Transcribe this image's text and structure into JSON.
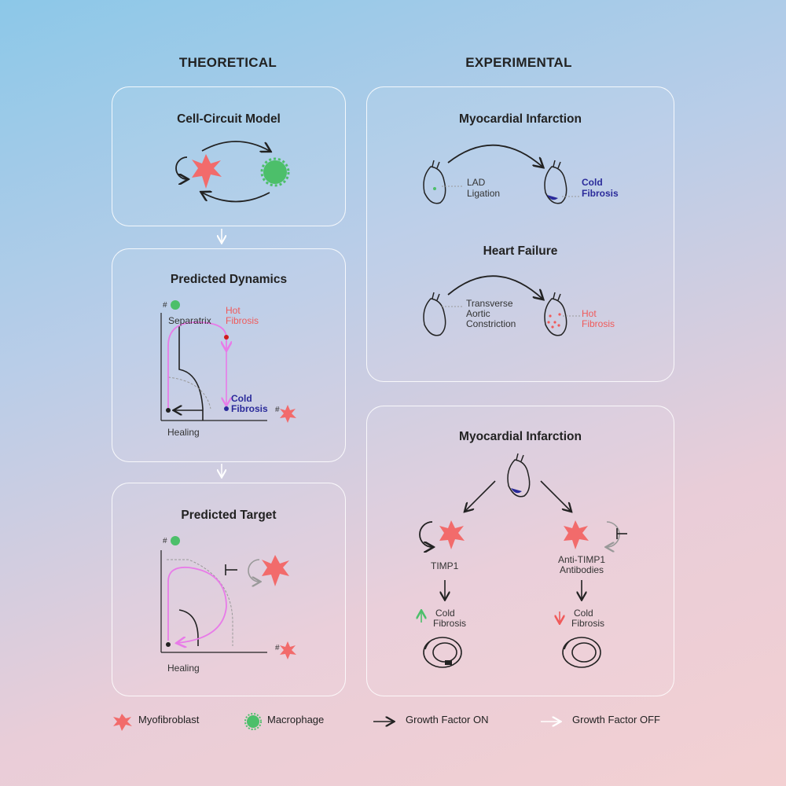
{
  "columns": {
    "theoretical": "THEORETICAL",
    "experimental": "EXPERIMENTAL"
  },
  "theoretical": {
    "cell_circuit": {
      "title": "Cell-Circuit Model"
    },
    "dynamics": {
      "title": "Predicted Dynamics",
      "y_axis": "#",
      "x_axis": "#",
      "separatrix": "Separatrix",
      "hot_1": "Hot",
      "hot_2": "Fibrosis",
      "cold_1": "Cold",
      "cold_2": "Fibrosis",
      "healing": "Healing"
    },
    "target": {
      "title": "Predicted Target",
      "y_axis": "#",
      "x_axis": "#",
      "healing": "Healing"
    }
  },
  "experimental": {
    "panel1": {
      "mi_title": "Myocardial Infarction",
      "lad_1": "LAD",
      "lad_2": "Ligation",
      "cold_1": "Cold",
      "cold_2": "Fibrosis",
      "hf_title": "Heart Failure",
      "tac_1": "Transverse",
      "tac_2": "Aortic",
      "tac_3": "Constriction",
      "hot_1": "Hot",
      "hot_2": "Fibrosis"
    },
    "panel2": {
      "title": "Myocardial Infarction",
      "left_label": "TIMP1",
      "right_label_1": "Anti-TIMP1",
      "right_label_2": "Antibodies",
      "left_out_1": "Cold",
      "left_out_2": "Fibrosis",
      "right_out_1": "Cold",
      "right_out_2": "Fibrosis"
    }
  },
  "legend": {
    "myofibroblast": "Myofibroblast",
    "macrophage": "Macrophage",
    "gf_on": "Growth Factor ON",
    "gf_off": "Growth Factor OFF"
  },
  "colors": {
    "myofibroblast": "#f26b6b",
    "macrophage": "#4cbf6a",
    "trajectory": "#e87be8",
    "cold": "#2a2a9a",
    "hot": "#f05a5a"
  }
}
